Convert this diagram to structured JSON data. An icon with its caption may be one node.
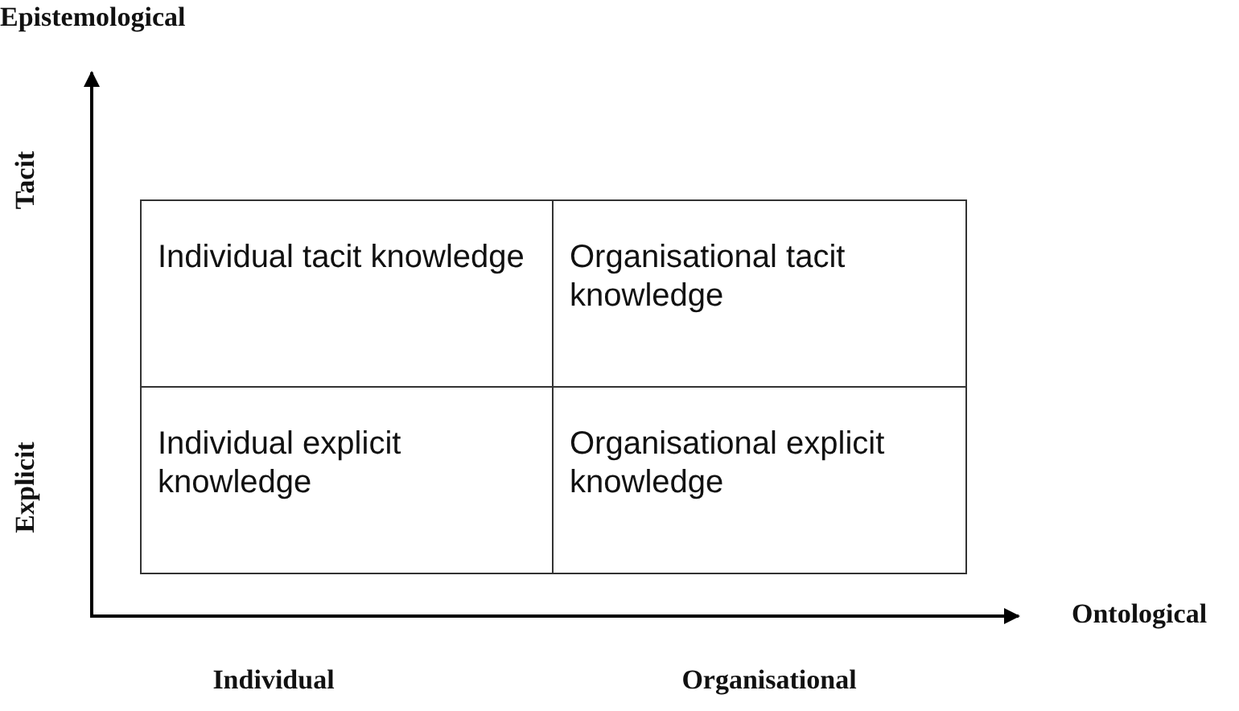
{
  "diagram": {
    "nodes": [
      {
        "text": [
          "Individual tacit knowledge"
        ]
      },
      {
        "text": [
          "Organisational tacit knowledge"
        ]
      },
      {
        "text": [
          "Individual explicit knowledge"
        ]
      },
      {
        "text": [
          "Organisational explicit knowledge"
        ]
      }
    ],
    "labels": [
      "Epistemological",
      "Tacit",
      "Explicit",
      "Ontological",
      "Individual",
      "Organisational"
    ]
  }
}
